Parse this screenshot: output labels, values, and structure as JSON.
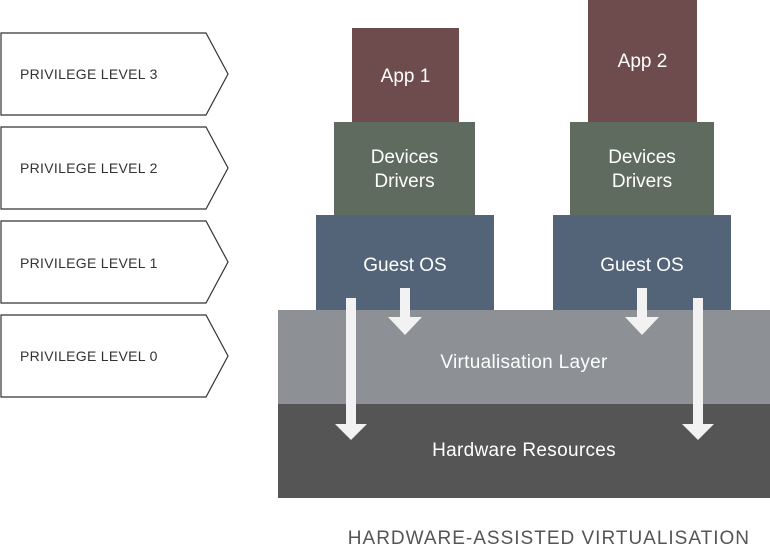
{
  "privilege_levels": [
    "PRIVILEGE LEVEL 3",
    "PRIVILEGE LEVEL 2",
    "PRIVILEGE LEVEL 1",
    "PRIVILEGE LEVEL 0"
  ],
  "stack1": {
    "app": "App 1",
    "drivers_line1": "Devices",
    "drivers_line2": "Drivers",
    "os": "Guest OS"
  },
  "stack2": {
    "app": "App 2",
    "drivers_line1": "Devices",
    "drivers_line2": "Drivers",
    "os": "Guest OS"
  },
  "virtualisation_layer": "Virtualisation Layer",
  "hardware_resources": "Hardware Resources",
  "caption": "HARDWARE-ASSISTED VIRTUALISATION",
  "colors": {
    "app": "#6e4b4c",
    "drivers": "#5f6b5e",
    "guest_os": "#536378",
    "virtualisation_layer": "#8d9094",
    "hardware": "#555555",
    "arrow": "#f2f2f2",
    "label_border": "#333333"
  }
}
